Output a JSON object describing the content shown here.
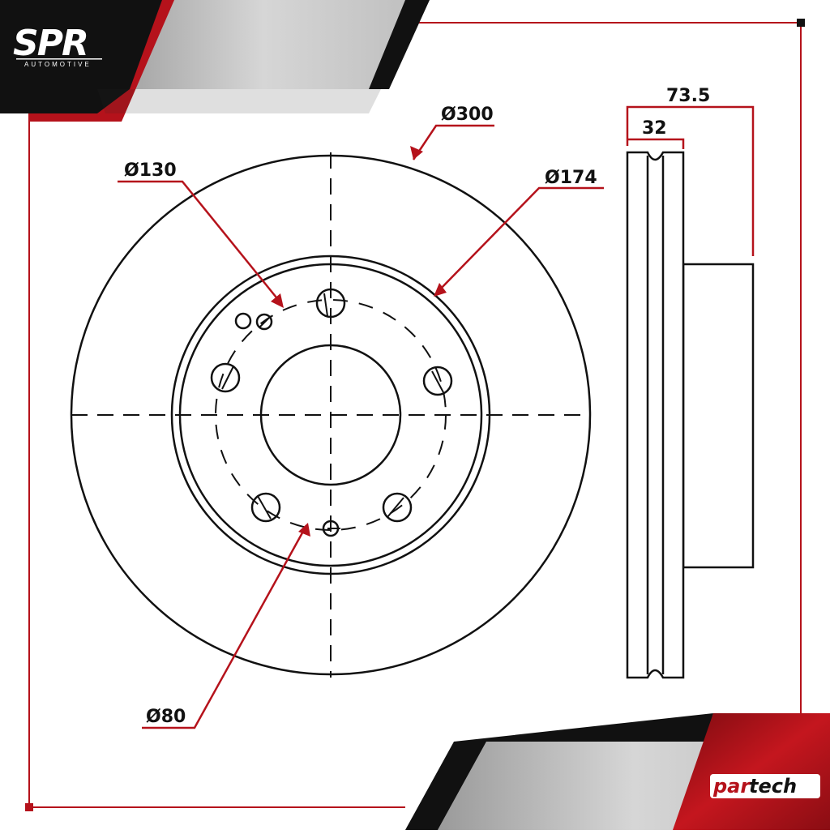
{
  "brand_top": {
    "name": "SPR",
    "tagline": "AUTOMOTIVE"
  },
  "brand_bottom": {
    "part1": "par",
    "part2": "tech"
  },
  "dimensions": {
    "outer_diameter": "Ø300",
    "bolt_circle": "Ø130",
    "hat_diameter": "Ø174",
    "center_bore": "Ø80",
    "total_height": "73.5",
    "thickness": "32"
  },
  "colors": {
    "accent_red": "#b5121b",
    "dark": "#111111",
    "grey": "#c8c8c8",
    "line": "#111111"
  }
}
